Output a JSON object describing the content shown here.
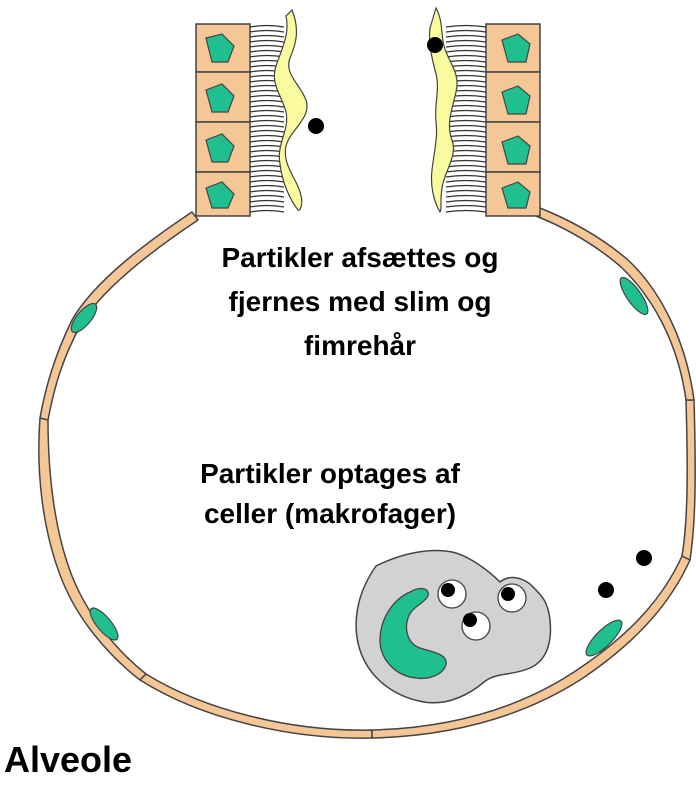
{
  "labels": {
    "mucociliary": [
      "Partikler afsættes og",
      "fjernes  med  slim og",
      "fimrehår"
    ],
    "macrophage": [
      "Partikler optages af",
      "celler (makrofager)"
    ],
    "title": "Alveole"
  },
  "colors": {
    "cell_fill": "#f6c796",
    "cell_stroke": "#444444",
    "nucleus": "#1fbf8f",
    "mucus": "#fafa9e",
    "macrophage": "#d2d2d2",
    "particle": "#000000",
    "background": "#ffffff"
  }
}
